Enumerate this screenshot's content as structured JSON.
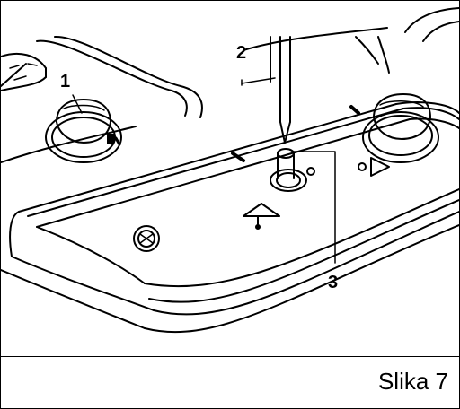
{
  "figure": {
    "caption": "Slika 7",
    "callouts": {
      "c1": "1",
      "c2": "2",
      "c3": "3"
    }
  }
}
